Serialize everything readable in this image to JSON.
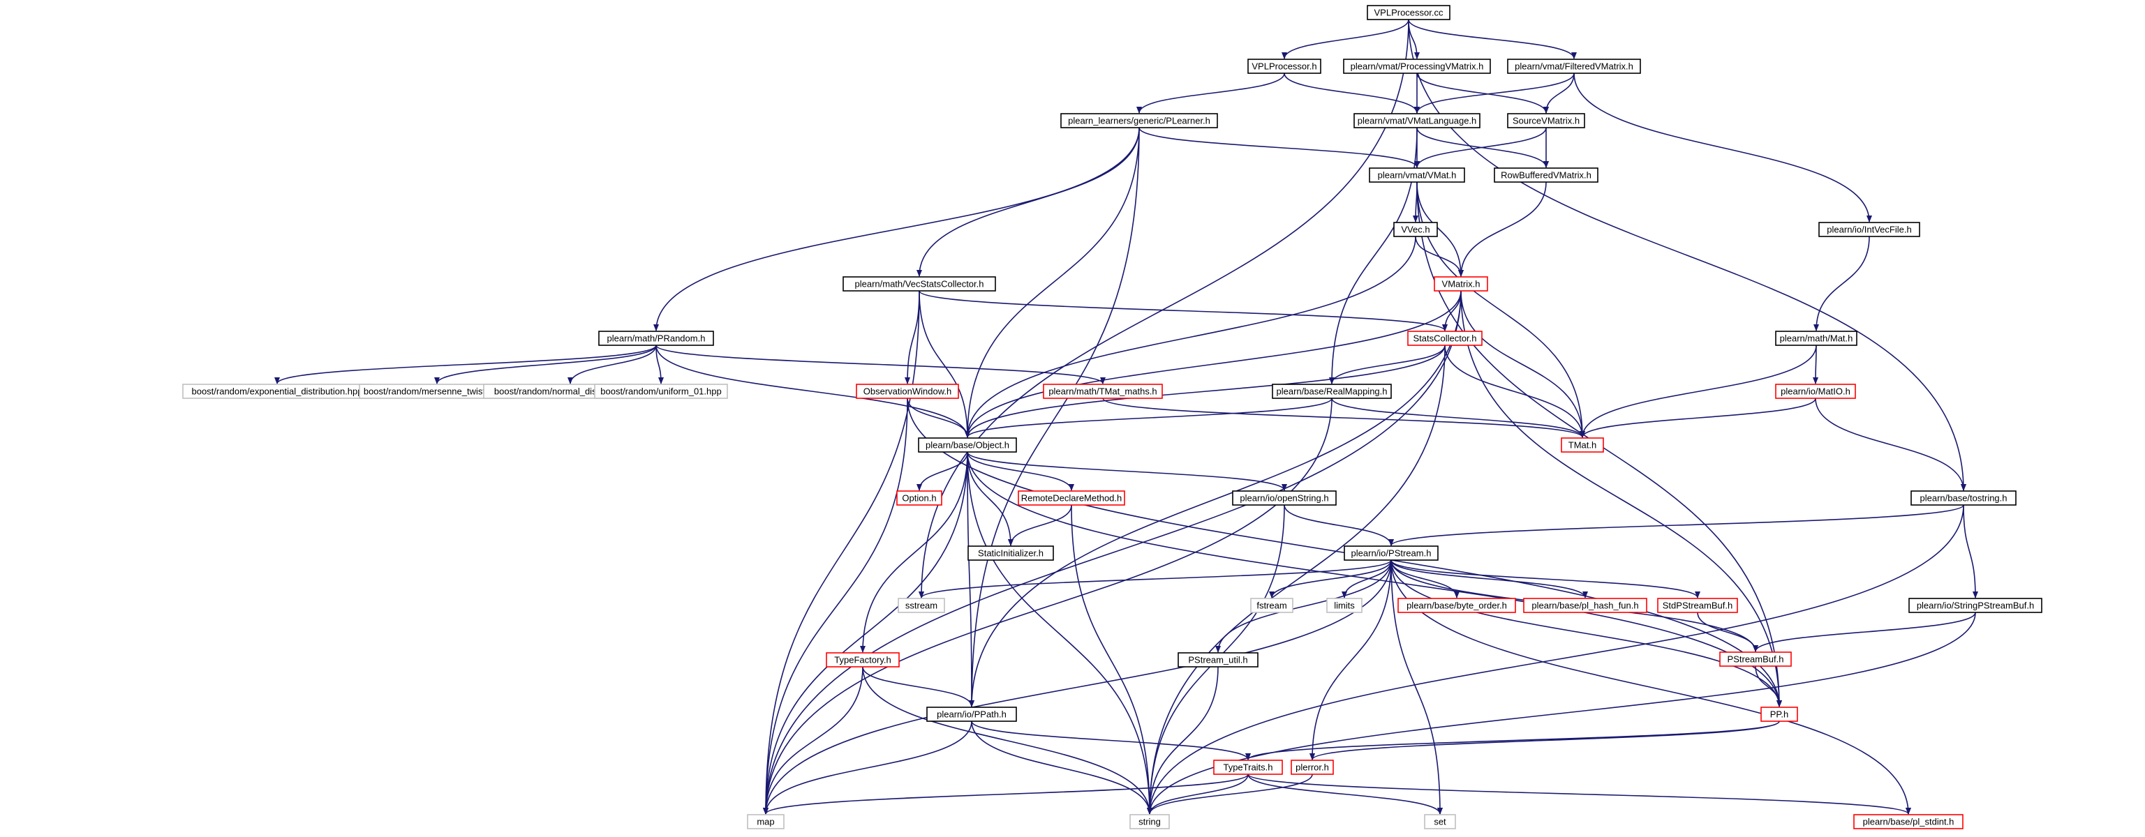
{
  "title": "VPLProcessor.cc",
  "colors": {
    "edge": "#191970",
    "root_fill": "#bfbfbf",
    "border_normal": "#000000",
    "border_truncated": "#ff0000",
    "border_external": "#bfbfbf",
    "text_external": "#555555"
  },
  "nodes": [
    {
      "id": "vplprocessor_cc",
      "label": "VPLProcessor.cc",
      "kind": "root"
    },
    {
      "id": "vplprocessor_h",
      "label": "VPLProcessor.h",
      "kind": "normal"
    },
    {
      "id": "processingvmatrix_h",
      "label": "plearn/vmat/ProcessingVMatrix.h",
      "kind": "normal"
    },
    {
      "id": "filteredvmatrix_h",
      "label": "plearn/vmat/FilteredVMatrix.h",
      "kind": "normal"
    },
    {
      "id": "plearner_h",
      "label": "plearn_learners/generic/PLearner.h",
      "kind": "normal"
    },
    {
      "id": "vmatlanguage_h",
      "label": "plearn/vmat/VMatLanguage.h",
      "kind": "normal"
    },
    {
      "id": "sourcevmatrix_h",
      "label": "SourceVMatrix.h",
      "kind": "normal"
    },
    {
      "id": "vmat_h",
      "label": "plearn/vmat/VMat.h",
      "kind": "normal"
    },
    {
      "id": "rowbufferedvmatrix_h",
      "label": "RowBufferedVMatrix.h",
      "kind": "normal"
    },
    {
      "id": "vvec_h",
      "label": "VVec.h",
      "kind": "normal"
    },
    {
      "id": "intvecfile_h",
      "label": "plearn/io/IntVecFile.h",
      "kind": "normal"
    },
    {
      "id": "vecstatscollector_h",
      "label": "plearn/math/VecStatsCollector.h",
      "kind": "normal"
    },
    {
      "id": "vmatrix_h",
      "label": "VMatrix.h",
      "kind": "truncated"
    },
    {
      "id": "prandom_h",
      "label": "plearn/math/PRandom.h",
      "kind": "normal"
    },
    {
      "id": "statscollector_h",
      "label": "StatsCollector.h",
      "kind": "truncated"
    },
    {
      "id": "mat_h",
      "label": "plearn/math/Mat.h",
      "kind": "normal"
    },
    {
      "id": "exp_dist",
      "label": "boost/random/exponential_distribution.hpp",
      "kind": "external"
    },
    {
      "id": "mersenne",
      "label": "boost/random/mersenne_twister.hpp",
      "kind": "external"
    },
    {
      "id": "normal_dist",
      "label": "boost/random/normal_distribution.hpp",
      "kind": "external"
    },
    {
      "id": "uniform01",
      "label": "boost/random/uniform_01.hpp",
      "kind": "external"
    },
    {
      "id": "observationwindow_h",
      "label": "ObservationWindow.h",
      "kind": "truncated"
    },
    {
      "id": "tmat_maths_h",
      "label": "plearn/math/TMat_maths.h",
      "kind": "truncated"
    },
    {
      "id": "realmapping_h",
      "label": "plearn/base/RealMapping.h",
      "kind": "normal"
    },
    {
      "id": "matio_h",
      "label": "plearn/io/MatIO.h",
      "kind": "truncated"
    },
    {
      "id": "object_h",
      "label": "plearn/base/Object.h",
      "kind": "normal"
    },
    {
      "id": "tmat_h",
      "label": "TMat.h",
      "kind": "truncated"
    },
    {
      "id": "option_h",
      "label": "Option.h",
      "kind": "truncated"
    },
    {
      "id": "remotedeclaremethod_h",
      "label": "RemoteDeclareMethod.h",
      "kind": "truncated"
    },
    {
      "id": "openstring_h",
      "label": "plearn/io/openString.h",
      "kind": "normal"
    },
    {
      "id": "tostring_h",
      "label": "plearn/base/tostring.h",
      "kind": "normal"
    },
    {
      "id": "staticinitializer_h",
      "label": "StaticInitializer.h",
      "kind": "normal"
    },
    {
      "id": "pstream_h",
      "label": "plearn/io/PStream.h",
      "kind": "normal"
    },
    {
      "id": "sstream",
      "label": "sstream",
      "kind": "external"
    },
    {
      "id": "fstream",
      "label": "fstream",
      "kind": "external"
    },
    {
      "id": "limits",
      "label": "limits",
      "kind": "external"
    },
    {
      "id": "byte_order_h",
      "label": "plearn/base/byte_order.h",
      "kind": "truncated"
    },
    {
      "id": "pl_hash_fun_h",
      "label": "plearn/base/pl_hash_fun.h",
      "kind": "truncated"
    },
    {
      "id": "stdpstreambuf_h",
      "label": "StdPStreamBuf.h",
      "kind": "truncated"
    },
    {
      "id": "stringpstreambuf_h",
      "label": "plearn/io/StringPStreamBuf.h",
      "kind": "normal"
    },
    {
      "id": "pstreambuf_h",
      "label": "PStreamBuf.h",
      "kind": "truncated"
    },
    {
      "id": "typefactory_h",
      "label": "TypeFactory.h",
      "kind": "truncated"
    },
    {
      "id": "pstream_util_h",
      "label": "PStream_util.h",
      "kind": "normal"
    },
    {
      "id": "ppath_h",
      "label": "plearn/io/PPath.h",
      "kind": "normal"
    },
    {
      "id": "pp_h",
      "label": "PP.h",
      "kind": "truncated"
    },
    {
      "id": "typetraits_h",
      "label": "TypeTraits.h",
      "kind": "truncated"
    },
    {
      "id": "plerror_h",
      "label": "plerror.h",
      "kind": "truncated"
    },
    {
      "id": "map",
      "label": "map",
      "kind": "external"
    },
    {
      "id": "string",
      "label": "string",
      "kind": "external"
    },
    {
      "id": "set",
      "label": "set",
      "kind": "external"
    },
    {
      "id": "pl_stdint_h",
      "label": "plearn/base/pl_stdint.h",
      "kind": "truncated"
    }
  ],
  "edges": [
    [
      "vplprocessor_cc",
      "vplprocessor_h"
    ],
    [
      "vplprocessor_cc",
      "processingvmatrix_h"
    ],
    [
      "vplprocessor_cc",
      "filteredvmatrix_h"
    ],
    [
      "vplprocessor_cc",
      "sstream"
    ],
    [
      "vplprocessor_cc",
      "tostring_h"
    ],
    [
      "vplprocessor_h",
      "plearner_h"
    ],
    [
      "vplprocessor_h",
      "vmatlanguage_h"
    ],
    [
      "processingvmatrix_h",
      "vmatlanguage_h"
    ],
    [
      "processingvmatrix_h",
      "sourcevmatrix_h"
    ],
    [
      "filteredvmatrix_h",
      "vmatlanguage_h"
    ],
    [
      "filteredvmatrix_h",
      "sourcevmatrix_h"
    ],
    [
      "filteredvmatrix_h",
      "intvecfile_h"
    ],
    [
      "plearner_h",
      "vmat_h"
    ],
    [
      "plearner_h",
      "vecstatscollector_h"
    ],
    [
      "plearner_h",
      "prandom_h"
    ],
    [
      "plearner_h",
      "object_h"
    ],
    [
      "plearner_h",
      "ppath_h"
    ],
    [
      "vmatlanguage_h",
      "vmat_h"
    ],
    [
      "vmatlanguage_h",
      "rowbufferedvmatrix_h"
    ],
    [
      "vmatlanguage_h",
      "realmapping_h"
    ],
    [
      "sourcevmatrix_h",
      "vmat_h"
    ],
    [
      "sourcevmatrix_h",
      "rowbufferedvmatrix_h"
    ],
    [
      "vmat_h",
      "vvec_h"
    ],
    [
      "vmat_h",
      "vmatrix_h"
    ],
    [
      "vmat_h",
      "tmat_h"
    ],
    [
      "vmat_h",
      "pp_h"
    ],
    [
      "rowbufferedvmatrix_h",
      "vmatrix_h"
    ],
    [
      "vvec_h",
      "vmatrix_h"
    ],
    [
      "vvec_h",
      "object_h"
    ],
    [
      "intvecfile_h",
      "mat_h"
    ],
    [
      "vecstatscollector_h",
      "statscollector_h"
    ],
    [
      "vecstatscollector_h",
      "observationwindow_h"
    ],
    [
      "vecstatscollector_h",
      "object_h"
    ],
    [
      "vecstatscollector_h",
      "map"
    ],
    [
      "vmatrix_h",
      "statscollector_h"
    ],
    [
      "vmatrix_h",
      "object_h"
    ],
    [
      "vmatrix_h",
      "tmat_h"
    ],
    [
      "vmatrix_h",
      "pp_h"
    ],
    [
      "vmatrix_h",
      "ppath_h"
    ],
    [
      "vmatrix_h",
      "map"
    ],
    [
      "prandom_h",
      "exp_dist"
    ],
    [
      "prandom_h",
      "mersenne"
    ],
    [
      "prandom_h",
      "normal_dist"
    ],
    [
      "prandom_h",
      "uniform01"
    ],
    [
      "prandom_h",
      "tmat_maths_h"
    ],
    [
      "prandom_h",
      "object_h"
    ],
    [
      "statscollector_h",
      "realmapping_h"
    ],
    [
      "statscollector_h",
      "tmat_h"
    ],
    [
      "statscollector_h",
      "object_h"
    ],
    [
      "statscollector_h",
      "string"
    ],
    [
      "mat_h",
      "matio_h"
    ],
    [
      "mat_h",
      "tmat_h"
    ],
    [
      "observationwindow_h",
      "object_h"
    ],
    [
      "observationwindow_h",
      "pp_h"
    ],
    [
      "observationwindow_h",
      "map"
    ],
    [
      "tmat_maths_h",
      "tmat_h"
    ],
    [
      "realmapping_h",
      "object_h"
    ],
    [
      "realmapping_h",
      "tmat_h"
    ],
    [
      "realmapping_h",
      "map"
    ],
    [
      "matio_h",
      "tmat_h"
    ],
    [
      "matio_h",
      "tostring_h"
    ],
    [
      "object_h",
      "option_h"
    ],
    [
      "object_h",
      "remotedeclaremethod_h"
    ],
    [
      "object_h",
      "openstring_h"
    ],
    [
      "object_h",
      "staticinitializer_h"
    ],
    [
      "object_h",
      "typefactory_h"
    ],
    [
      "object_h",
      "ppath_h"
    ],
    [
      "object_h",
      "pp_h"
    ],
    [
      "object_h",
      "map"
    ],
    [
      "object_h",
      "string"
    ],
    [
      "remotedeclaremethod_h",
      "staticinitializer_h"
    ],
    [
      "remotedeclaremethod_h",
      "string"
    ],
    [
      "openstring_h",
      "pstream_h"
    ],
    [
      "openstring_h",
      "string"
    ],
    [
      "tostring_h",
      "pstream_h"
    ],
    [
      "tostring_h",
      "stringpstreambuf_h"
    ],
    [
      "tostring_h",
      "string"
    ],
    [
      "pstream_h",
      "sstream"
    ],
    [
      "pstream_h",
      "fstream"
    ],
    [
      "pstream_h",
      "limits"
    ],
    [
      "pstream_h",
      "byte_order_h"
    ],
    [
      "pstream_h",
      "pl_hash_fun_h"
    ],
    [
      "pstream_h",
      "stdpstreambuf_h"
    ],
    [
      "pstream_h",
      "pstreambuf_h"
    ],
    [
      "pstream_h",
      "pstream_util_h"
    ],
    [
      "pstream_h",
      "pp_h"
    ],
    [
      "pstream_h",
      "plerror_h"
    ],
    [
      "pstream_h",
      "map"
    ],
    [
      "pstream_h",
      "set"
    ],
    [
      "pstream_h",
      "pl_stdint_h"
    ],
    [
      "stdpstreambuf_h",
      "pstreambuf_h"
    ],
    [
      "stringpstreambuf_h",
      "pstreambuf_h"
    ],
    [
      "stringpstreambuf_h",
      "string"
    ],
    [
      "pstreambuf_h",
      "pp_h"
    ],
    [
      "typefactory_h",
      "ppath_h"
    ],
    [
      "typefactory_h",
      "map"
    ],
    [
      "typefactory_h",
      "string"
    ],
    [
      "pstream_util_h",
      "string"
    ],
    [
      "ppath_h",
      "typetraits_h"
    ],
    [
      "ppath_h",
      "map"
    ],
    [
      "ppath_h",
      "string"
    ],
    [
      "pp_h",
      "typetraits_h"
    ],
    [
      "pp_h",
      "plerror_h"
    ],
    [
      "typetraits_h",
      "map"
    ],
    [
      "typetraits_h",
      "string"
    ],
    [
      "typetraits_h",
      "set"
    ],
    [
      "typetraits_h",
      "pl_stdint_h"
    ],
    [
      "plerror_h",
      "string"
    ]
  ]
}
